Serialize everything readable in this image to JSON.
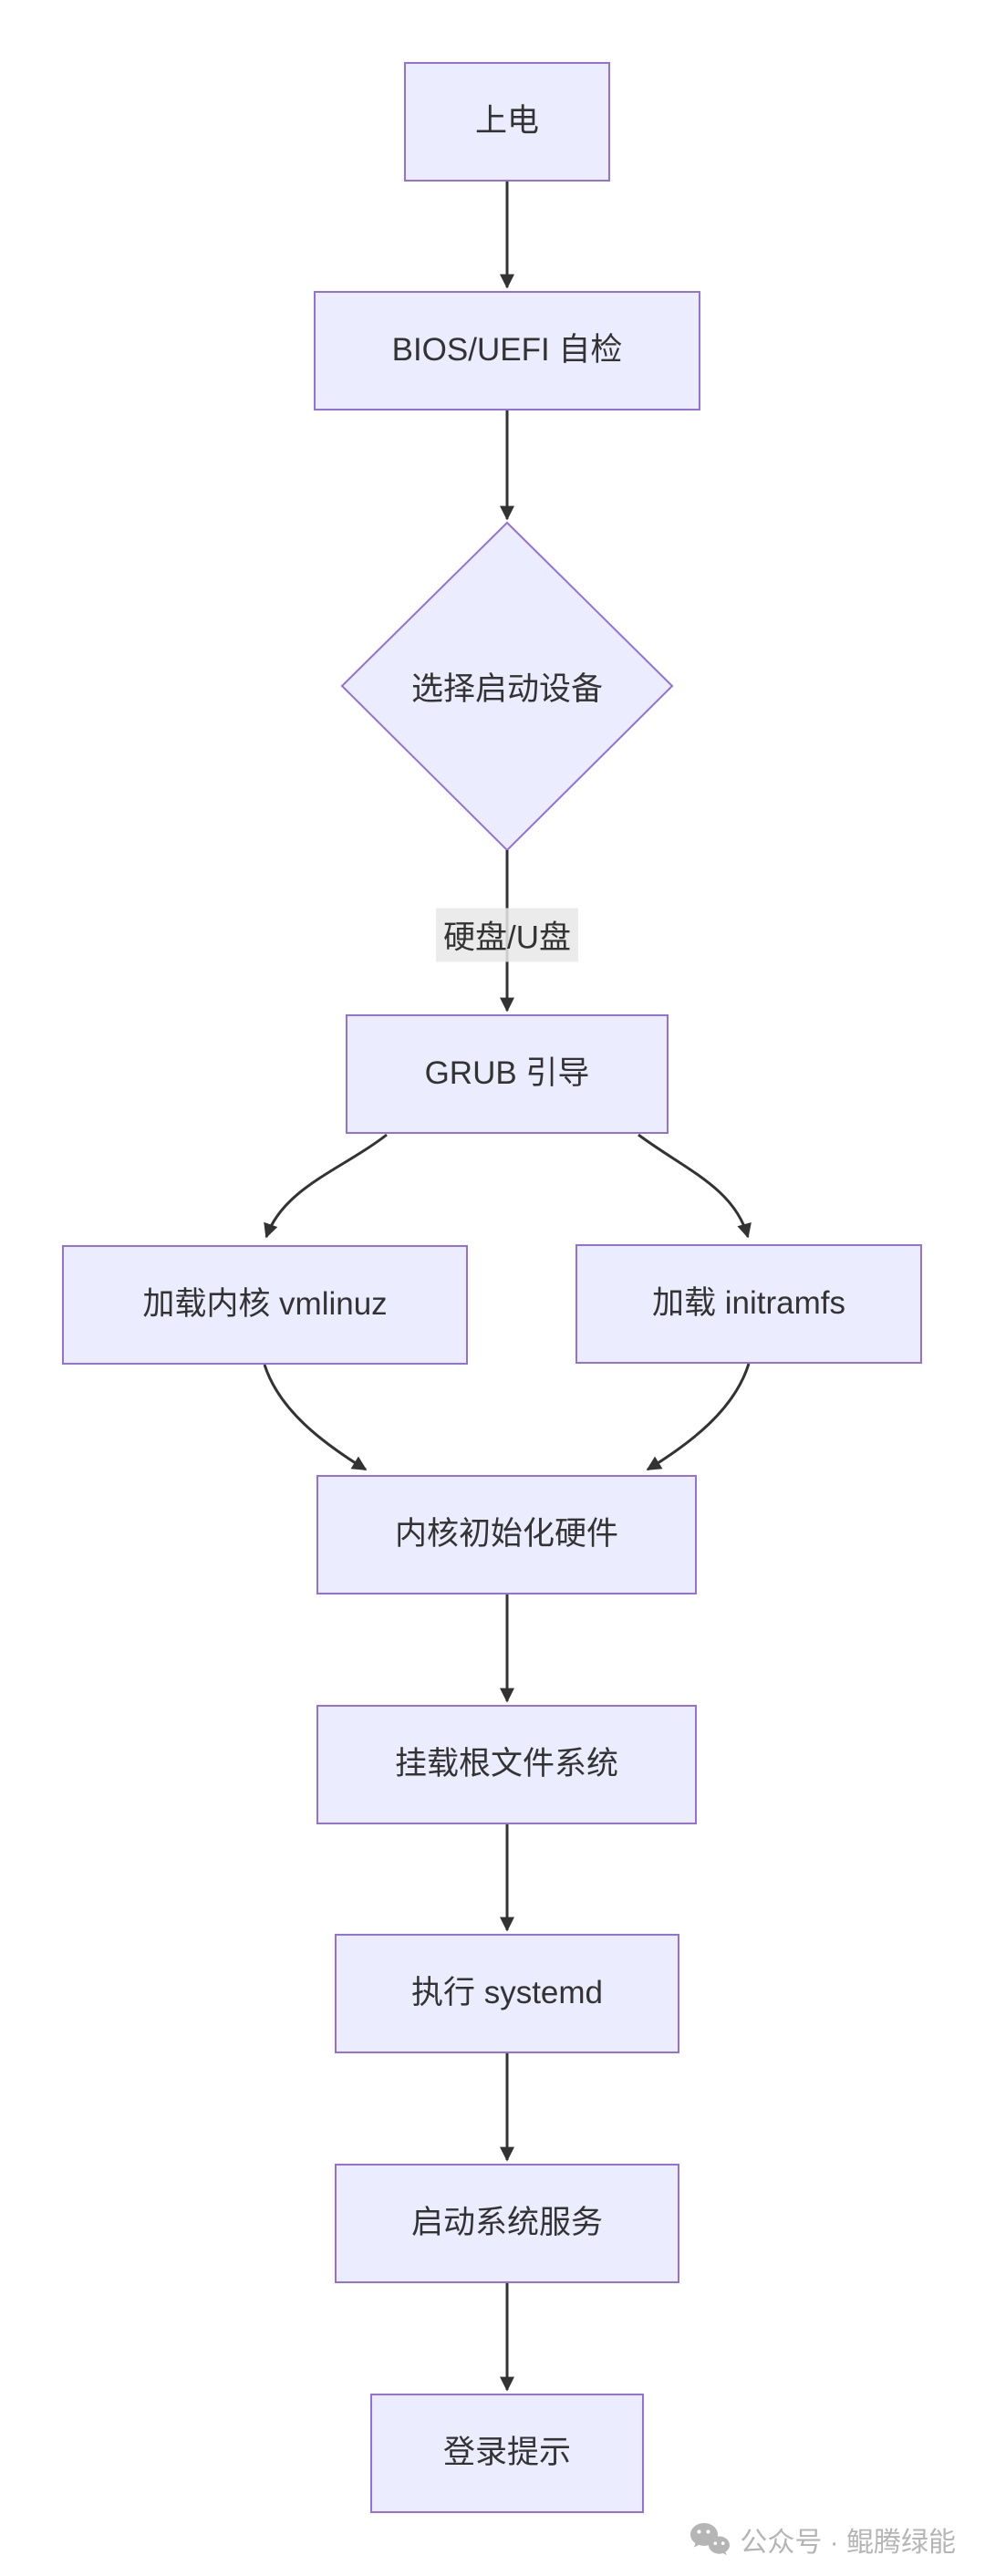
{
  "flowchart": {
    "type": "flowchart",
    "direction": "top-down",
    "nodes": [
      {
        "id": "power_on",
        "shape": "rect",
        "label": "上电"
      },
      {
        "id": "bios_uefi_post",
        "shape": "rect",
        "label": "BIOS/UEFI 自检"
      },
      {
        "id": "select_boot_device",
        "shape": "diamond",
        "label": "选择启动设备"
      },
      {
        "id": "grub_boot",
        "shape": "rect",
        "label": "GRUB 引导"
      },
      {
        "id": "load_kernel",
        "shape": "rect",
        "label": "加载内核 vmlinuz"
      },
      {
        "id": "load_initramfs",
        "shape": "rect",
        "label": "加载 initramfs"
      },
      {
        "id": "kernel_init_hw",
        "shape": "rect",
        "label": "内核初始化硬件"
      },
      {
        "id": "mount_rootfs",
        "shape": "rect",
        "label": "挂载根文件系统"
      },
      {
        "id": "run_systemd",
        "shape": "rect",
        "label": "执行 systemd"
      },
      {
        "id": "start_services",
        "shape": "rect",
        "label": "启动系统服务"
      },
      {
        "id": "login_prompt",
        "shape": "rect",
        "label": "登录提示"
      }
    ],
    "edges": [
      {
        "from": "power_on",
        "to": "bios_uefi_post"
      },
      {
        "from": "bios_uefi_post",
        "to": "select_boot_device"
      },
      {
        "from": "select_boot_device",
        "to": "grub_boot",
        "label": "硬盘/U盘"
      },
      {
        "from": "grub_boot",
        "to": "load_kernel"
      },
      {
        "from": "grub_boot",
        "to": "load_initramfs"
      },
      {
        "from": "load_kernel",
        "to": "kernel_init_hw"
      },
      {
        "from": "load_initramfs",
        "to": "kernel_init_hw"
      },
      {
        "from": "kernel_init_hw",
        "to": "mount_rootfs"
      },
      {
        "from": "mount_rootfs",
        "to": "run_systemd"
      },
      {
        "from": "run_systemd",
        "to": "start_services"
      },
      {
        "from": "start_services",
        "to": "login_prompt"
      }
    ]
  },
  "watermark": {
    "icon": "wechat-icon",
    "text": "公众号 · 鲲腾绿能"
  },
  "colors": {
    "node_fill": "#ECECFF",
    "node_border": "#9370DB",
    "edge_stroke": "#333333",
    "node_text": "#333333",
    "edge_label_bg": "#e8e8e8",
    "watermark_gray": "#b5b5b5"
  }
}
